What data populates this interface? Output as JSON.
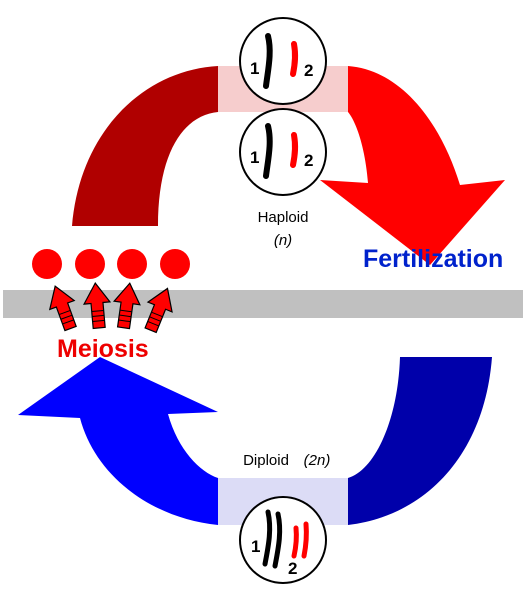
{
  "colors": {
    "haploid_arrow": "#e00000",
    "haploid_arrow_dark": "#b00000",
    "diploid_arrow": "#0000ff",
    "diploid_arrow_dark": "#0000aa",
    "membrane": "#c0c0c0",
    "cell_dot": "#ff0000",
    "chromosome_1": "#000000",
    "chromosome_2": "#ff0000",
    "label_fertilization": "#0022cc",
    "label_meiosis": "#ee0000"
  },
  "labels": {
    "haploid": "Haploid",
    "haploid_ploidy": "(n)",
    "diploid": "Diploid",
    "diploid_ploidy": "(2n)",
    "fertilization": "Fertilization",
    "meiosis": "Meiosis"
  },
  "chromosome_numbers": {
    "one": "1",
    "two": "2"
  },
  "cells": {
    "haploid_count": 2,
    "diploid_count": 1,
    "meiosis_products": 4
  }
}
